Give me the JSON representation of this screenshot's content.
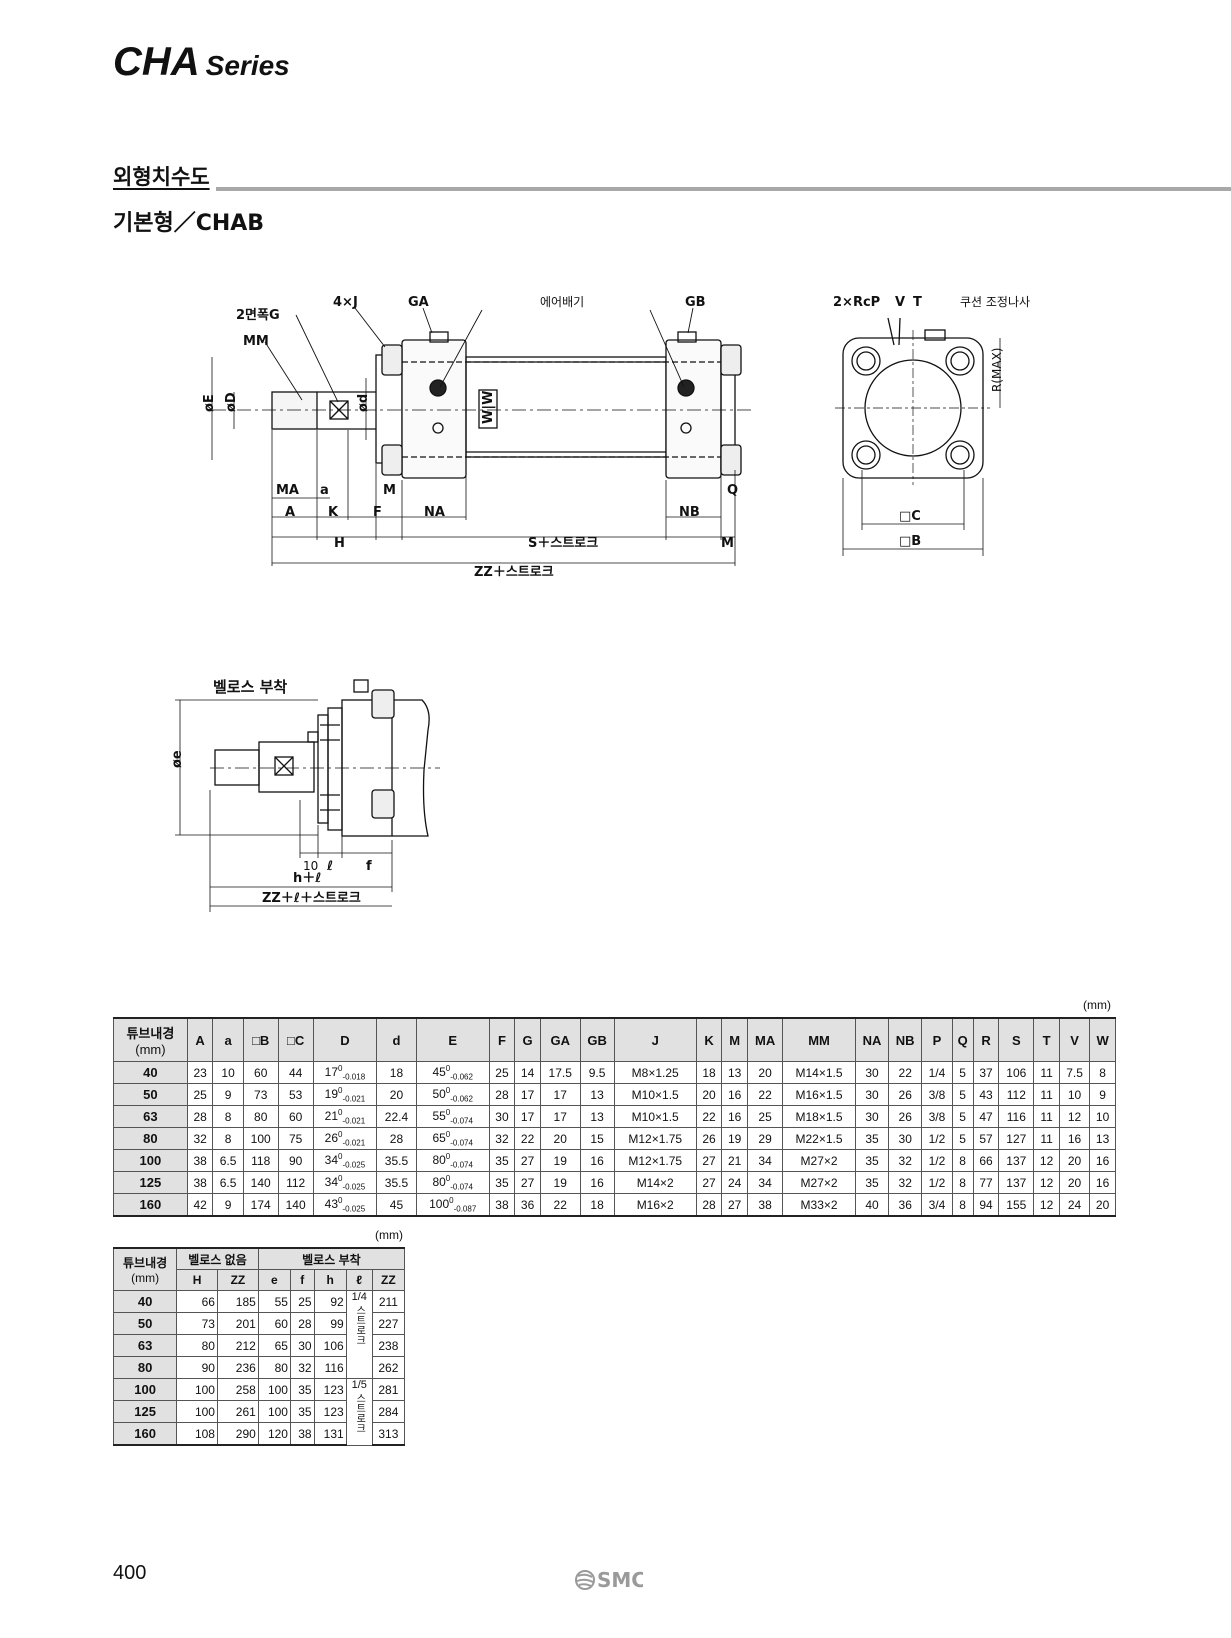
{
  "header": {
    "series_main": "CHA",
    "series_sub": "Series"
  },
  "section_title": "외형치수도",
  "subsection_title": "기본형／CHAB",
  "drawing_main": {
    "labels": {
      "two_flats_g": "2면폭G",
      "mm": "MM",
      "four_j": "4×J",
      "ga": "GA",
      "air_vent": "에어배기",
      "gb": "GB",
      "phi_e": "øE",
      "phi_d_big": "øD",
      "phi_d_small": "ød",
      "ww": "W|W",
      "ma": "MA",
      "a_small": "a",
      "m1": "M",
      "q": "Q",
      "a_cap": "A",
      "k": "K",
      "f": "F",
      "na": "NA",
      "nb": "NB",
      "h": "H",
      "s_stroke": "S＋스트로크",
      "m2": "M",
      "zz_stroke": "ZZ＋스트로크"
    }
  },
  "drawing_end": {
    "labels": {
      "rc_p": "2×RcP",
      "v": "V",
      "t": "T",
      "cushion": "쿠션 조정나사",
      "r_max": "R(MAX)",
      "c": "□C",
      "b": "□B"
    }
  },
  "drawing_bellows": {
    "title": "벨로스 부착",
    "labels": {
      "phi_e": "øe",
      "ten": "10",
      "l": "ℓ",
      "f": "f",
      "h_l": "h＋ℓ",
      "zz_l_stroke": "ZZ＋ℓ＋스트로크"
    }
  },
  "table1": {
    "unit": "(mm)",
    "bore_header": "튜브내경",
    "bore_unit": "(mm)",
    "headers": [
      "A",
      "a",
      "□B",
      "□C",
      "D",
      "d",
      "E",
      "F",
      "G",
      "GA",
      "GB",
      "J",
      "K",
      "M",
      "MA",
      "MM",
      "NA",
      "NB",
      "P",
      "Q",
      "R",
      "S",
      "T",
      "V",
      "W"
    ],
    "rows": [
      {
        "bore": "40",
        "A": "23",
        "a": "10",
        "B": "60",
        "C": "44",
        "D": "17",
        "D_tol": "-0.018",
        "d": "18",
        "E": "45",
        "E_tol": "-0.062",
        "F": "25",
        "G": "14",
        "GA": "17.5",
        "GB": "9.5",
        "J": "M8×1.25",
        "K": "18",
        "M": "13",
        "MA": "20",
        "MM": "M14×1.5",
        "NA": "30",
        "NB": "22",
        "P": "1/4",
        "Q": "5",
        "R": "37",
        "S": "106",
        "T": "11",
        "V": "7.5",
        "W": "8"
      },
      {
        "bore": "50",
        "A": "25",
        "a": "9",
        "B": "73",
        "C": "53",
        "D": "19",
        "D_tol": "-0.021",
        "d": "20",
        "E": "50",
        "E_tol": "-0.062",
        "F": "28",
        "G": "17",
        "GA": "17",
        "GB": "13",
        "J": "M10×1.5",
        "K": "20",
        "M": "16",
        "MA": "22",
        "MM": "M16×1.5",
        "NA": "30",
        "NB": "26",
        "P": "3/8",
        "Q": "5",
        "R": "43",
        "S": "112",
        "T": "11",
        "V": "10",
        "W": "9"
      },
      {
        "bore": "63",
        "A": "28",
        "a": "8",
        "B": "80",
        "C": "60",
        "D": "21",
        "D_tol": "-0.021",
        "d": "22.4",
        "E": "55",
        "E_tol": "-0.074",
        "F": "30",
        "G": "17",
        "GA": "17",
        "GB": "13",
        "J": "M10×1.5",
        "K": "22",
        "M": "16",
        "MA": "25",
        "MM": "M18×1.5",
        "NA": "30",
        "NB": "26",
        "P": "3/8",
        "Q": "5",
        "R": "47",
        "S": "116",
        "T": "11",
        "V": "12",
        "W": "10"
      },
      {
        "bore": "80",
        "A": "32",
        "a": "8",
        "B": "100",
        "C": "75",
        "D": "26",
        "D_tol": "-0.021",
        "d": "28",
        "E": "65",
        "E_tol": "-0.074",
        "F": "32",
        "G": "22",
        "GA": "20",
        "GB": "15",
        "J": "M12×1.75",
        "K": "26",
        "M": "19",
        "MA": "29",
        "MM": "M22×1.5",
        "NA": "35",
        "NB": "30",
        "P": "1/2",
        "Q": "5",
        "R": "57",
        "S": "127",
        "T": "11",
        "V": "16",
        "W": "13"
      },
      {
        "bore": "100",
        "A": "38",
        "a": "6.5",
        "B": "118",
        "C": "90",
        "D": "34",
        "D_tol": "-0.025",
        "d": "35.5",
        "E": "80",
        "E_tol": "-0.074",
        "F": "35",
        "G": "27",
        "GA": "19",
        "GB": "16",
        "J": "M12×1.75",
        "K": "27",
        "M": "21",
        "MA": "34",
        "MM": "M27×2",
        "NA": "35",
        "NB": "32",
        "P": "1/2",
        "Q": "8",
        "R": "66",
        "S": "137",
        "T": "12",
        "V": "20",
        "W": "16"
      },
      {
        "bore": "125",
        "A": "38",
        "a": "6.5",
        "B": "140",
        "C": "112",
        "D": "34",
        "D_tol": "-0.025",
        "d": "35.5",
        "E": "80",
        "E_tol": "-0.074",
        "F": "35",
        "G": "27",
        "GA": "19",
        "GB": "16",
        "J": "M14×2",
        "K": "27",
        "M": "24",
        "MA": "34",
        "MM": "M27×2",
        "NA": "35",
        "NB": "32",
        "P": "1/2",
        "Q": "8",
        "R": "77",
        "S": "137",
        "T": "12",
        "V": "20",
        "W": "16"
      },
      {
        "bore": "160",
        "A": "42",
        "a": "9",
        "B": "174",
        "C": "140",
        "D": "43",
        "D_tol": "-0.025",
        "d": "45",
        "E": "100",
        "E_tol": "-0.087",
        "F": "38",
        "G": "36",
        "GA": "22",
        "GB": "18",
        "J": "M16×2",
        "K": "28",
        "M": "27",
        "MA": "38",
        "MM": "M33×2",
        "NA": "40",
        "NB": "36",
        "P": "3/4",
        "Q": "8",
        "R": "94",
        "S": "155",
        "T": "12",
        "V": "24",
        "W": "20"
      }
    ],
    "tol_upper": "0"
  },
  "table2": {
    "unit": "(mm)",
    "bore_header": "튜브내경",
    "bore_unit": "(mm)",
    "group_without": "벨로스 없음",
    "group_with": "벨로스 부착",
    "headers": [
      "H",
      "ZZ",
      "e",
      "f",
      "h",
      "ℓ",
      "ZZ"
    ],
    "l_group1": {
      "ratio": "1/4",
      "word": "스트로크"
    },
    "l_group2": {
      "ratio": "1/5",
      "word": "스트로크"
    },
    "rows": [
      {
        "bore": "40",
        "H": "66",
        "ZZ": "185",
        "e": "55",
        "f": "25",
        "h": "92",
        "ZZb": "211"
      },
      {
        "bore": "50",
        "H": "73",
        "ZZ": "201",
        "e": "60",
        "f": "28",
        "h": "99",
        "ZZb": "227"
      },
      {
        "bore": "63",
        "H": "80",
        "ZZ": "212",
        "e": "65",
        "f": "30",
        "h": "106",
        "ZZb": "238"
      },
      {
        "bore": "80",
        "H": "90",
        "ZZ": "236",
        "e": "80",
        "f": "32",
        "h": "116",
        "ZZb": "262"
      },
      {
        "bore": "100",
        "H": "100",
        "ZZ": "258",
        "e": "100",
        "f": "35",
        "h": "123",
        "ZZb": "281"
      },
      {
        "bore": "125",
        "H": "100",
        "ZZ": "261",
        "e": "100",
        "f": "35",
        "h": "123",
        "ZZb": "284"
      },
      {
        "bore": "160",
        "H": "108",
        "ZZ": "290",
        "e": "120",
        "f": "38",
        "h": "131",
        "ZZb": "313"
      }
    ]
  },
  "footer": {
    "page_number": "400",
    "brand": "SMC"
  }
}
